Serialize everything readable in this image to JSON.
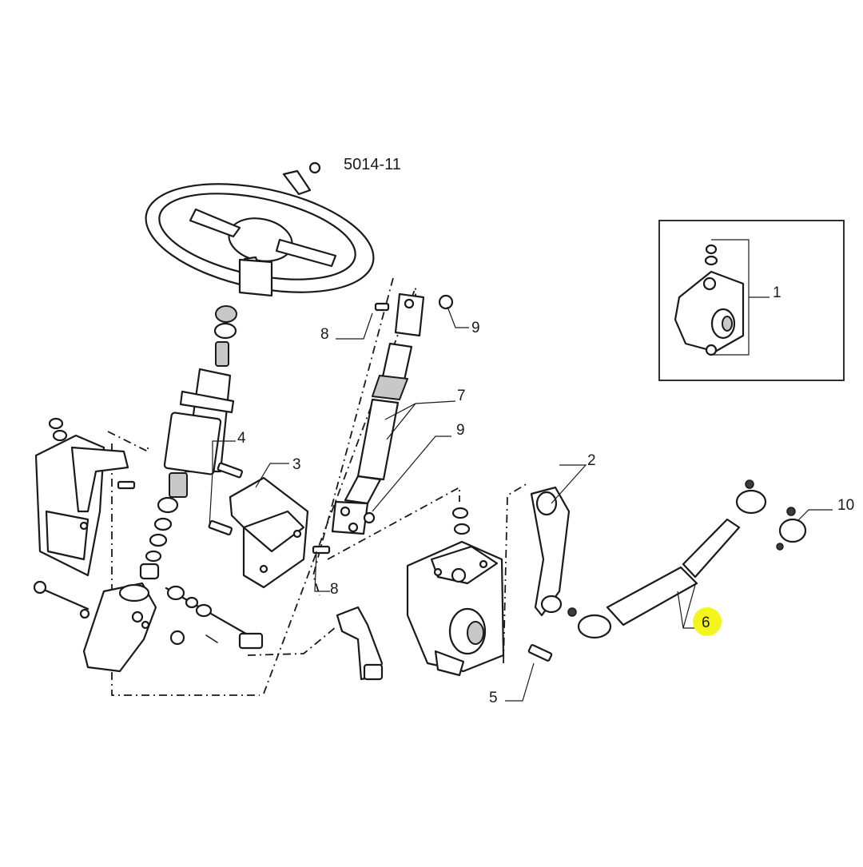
{
  "diagram_code": "5014-11",
  "callouts": {
    "p1": "1",
    "p2": "2",
    "p3": "3",
    "p4": "4",
    "p5": "5",
    "p6": "6",
    "p7": "7",
    "p8a": "8",
    "p8b": "8",
    "p9a": "9",
    "p9b": "9",
    "p10": "10"
  },
  "highlight_color": "#f5f51e"
}
